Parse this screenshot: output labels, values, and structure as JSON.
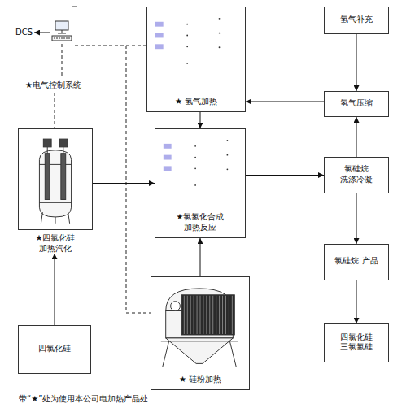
{
  "diagram": {
    "nodes": [
      {
        "text": [
          "★ 氢气加热"
        ]
      },
      {
        "text": [
          "氢气补充"
        ]
      },
      {
        "text": [
          "氢气压缩"
        ]
      },
      {
        "text": [
          "★氯氢化合成 加热反应"
        ]
      },
      {
        "text": [
          "氯硅烷 洗涤冷凝"
        ]
      },
      {
        "text": [
          "氯硅烷 产品"
        ]
      },
      {
        "text": [
          "四氯化硅 三氯氢硅"
        ]
      },
      {
        "text": [
          "★四氯化硅 加热汽化"
        ]
      },
      {
        "text": [
          "四氯化硅"
        ]
      },
      {
        "text": [
          "★ 硅粉加热"
        ]
      }
    ],
    "edges": [
      {
        "from": 1,
        "to": 2,
        "arrow": "to"
      },
      {
        "from": 2,
        "to": 0,
        "arrow": "to"
      },
      {
        "from": 0,
        "to": 3,
        "arrow": "to"
      },
      {
        "from": 7,
        "to": 3,
        "arrow": "to"
      },
      {
        "from": 9,
        "to": 3,
        "arrow": "to"
      },
      {
        "from": 3,
        "to": 4,
        "arrow": "to"
      },
      {
        "from": 4,
        "to": 2,
        "arrow": "to"
      },
      {
        "from": 4,
        "to": 5,
        "arrow": "to"
      },
      {
        "from": 5,
        "to": 6,
        "arrow": "to"
      },
      {
        "from": 8,
        "to": 7,
        "arrow": "to"
      }
    ],
    "labels": [
      "DCS",
      "★电气控制系统",
      "带“★”处为使用本公司电加热产品处"
    ]
  }
}
